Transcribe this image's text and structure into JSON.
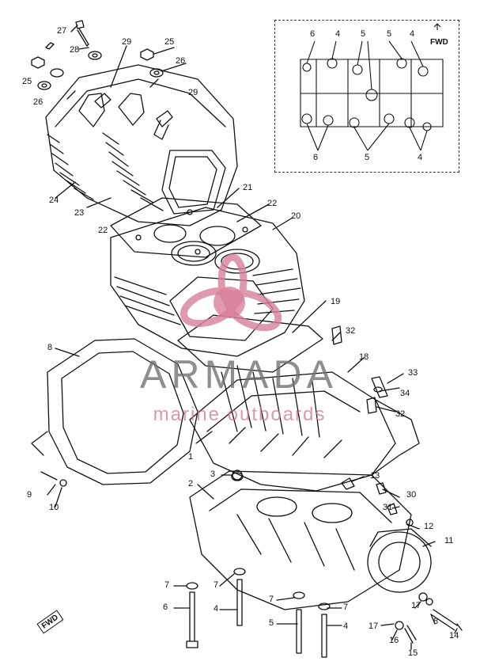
{
  "watermark": {
    "brand": "ARMADA",
    "tagline": "marine outboards",
    "colors": {
      "brand": "#6e6e6e",
      "logo": "#d8809a"
    }
  },
  "inset": {
    "fwd_label": "FWD",
    "callouts": [
      "6",
      "4",
      "5",
      "5",
      "4",
      "6",
      "5",
      "4"
    ]
  },
  "fwd_label_main": "FWD",
  "callouts": [
    "27",
    "29",
    "25",
    "28",
    "26",
    "25",
    "26",
    "29",
    "24",
    "23",
    "21",
    "22",
    "22",
    "20",
    "19",
    "8",
    "32",
    "18",
    "33",
    "34",
    "32",
    "1",
    "3",
    "9",
    "10",
    "2",
    "13",
    "30",
    "31",
    "12",
    "11",
    "7",
    "7",
    "6",
    "4",
    "7",
    "7",
    "5",
    "4",
    "17",
    "17",
    "16",
    "8",
    "14",
    "15"
  ]
}
